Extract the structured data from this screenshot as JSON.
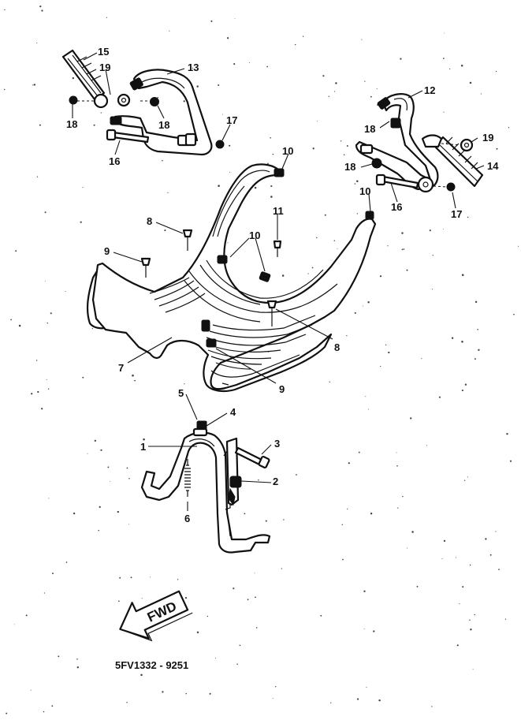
{
  "diagram": {
    "code": "5FV1332 - 9251",
    "direction_label": "FWD",
    "callouts": {
      "c1": "1",
      "c2": "2",
      "c3": "3",
      "c4": "4",
      "c5": "5",
      "c6": "6",
      "c7": "7",
      "c8a": "8",
      "c8b": "8",
      "c9a": "9",
      "c9b": "9",
      "c10a": "10",
      "c10b": "10",
      "c10c": "10",
      "c11": "11",
      "c12": "12",
      "c13": "13",
      "c14": "14",
      "c15": "15",
      "c16a": "16",
      "c16b": "16",
      "c17a": "17",
      "c17b": "17",
      "c18a": "18",
      "c18b": "18",
      "c18c": "18",
      "c18d": "18",
      "c19a": "19",
      "c19b": "19"
    }
  }
}
